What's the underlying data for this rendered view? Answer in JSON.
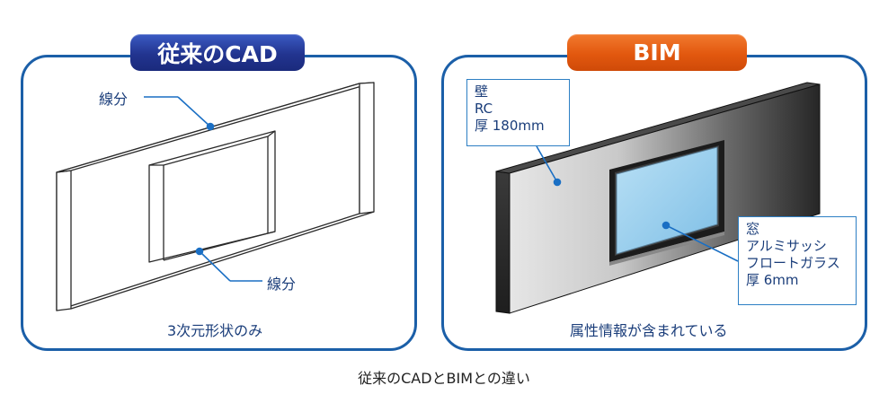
{
  "cad": {
    "title": "従来のCAD",
    "label_line_top": "線分",
    "label_line_bottom": "線分",
    "caption": "3次元形状のみ"
  },
  "bim": {
    "title": "BIM",
    "wall_label": {
      "line1": "壁",
      "line2": "RC",
      "line3": "厚 180mm"
    },
    "window_label": {
      "line1": "窓",
      "line2": "アルミサッシ",
      "line3": "フロートガラス",
      "line4": "厚 6mm"
    },
    "caption": "属性情報が含まれている"
  },
  "figure_caption": "従来のCADとBIMとの違い",
  "colors": {
    "panel_border": "#1b5fa8",
    "cad_badge": "#22348f",
    "bim_badge": "#e2580f",
    "text": "#1a3d7a",
    "glass": "#9cd2f0"
  }
}
